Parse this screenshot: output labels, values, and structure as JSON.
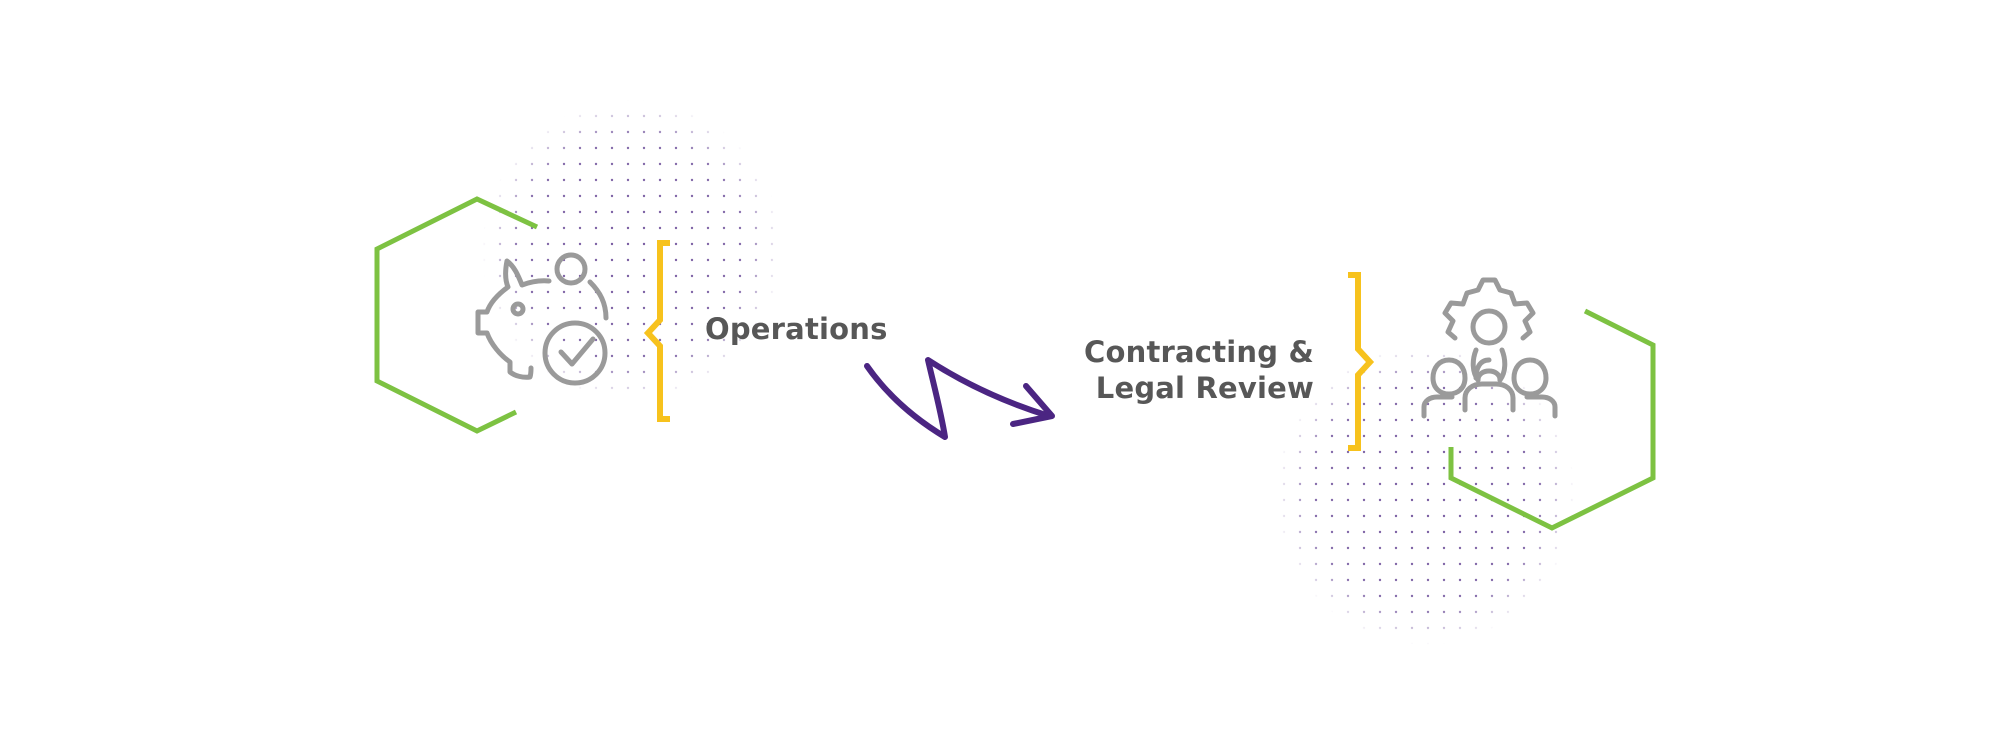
{
  "nodes": [
    {
      "id": "operations",
      "label": "Operations",
      "icon": "piggy-bank-check-icon"
    },
    {
      "id": "contracting",
      "label": "Contracting & Legal Review",
      "label_lines": [
        "Contracting &",
        "Legal Review"
      ],
      "icon": "team-gear-icon"
    }
  ],
  "connector": {
    "type": "zigzag-arrow",
    "from": "operations",
    "to": "contracting"
  },
  "colors": {
    "hexagon": "#7dc242",
    "bracket": "#f7c21d",
    "arrow": "#4b2582",
    "dots": "#4b2582",
    "icon": "#9a9a9a",
    "text": "#575757"
  }
}
